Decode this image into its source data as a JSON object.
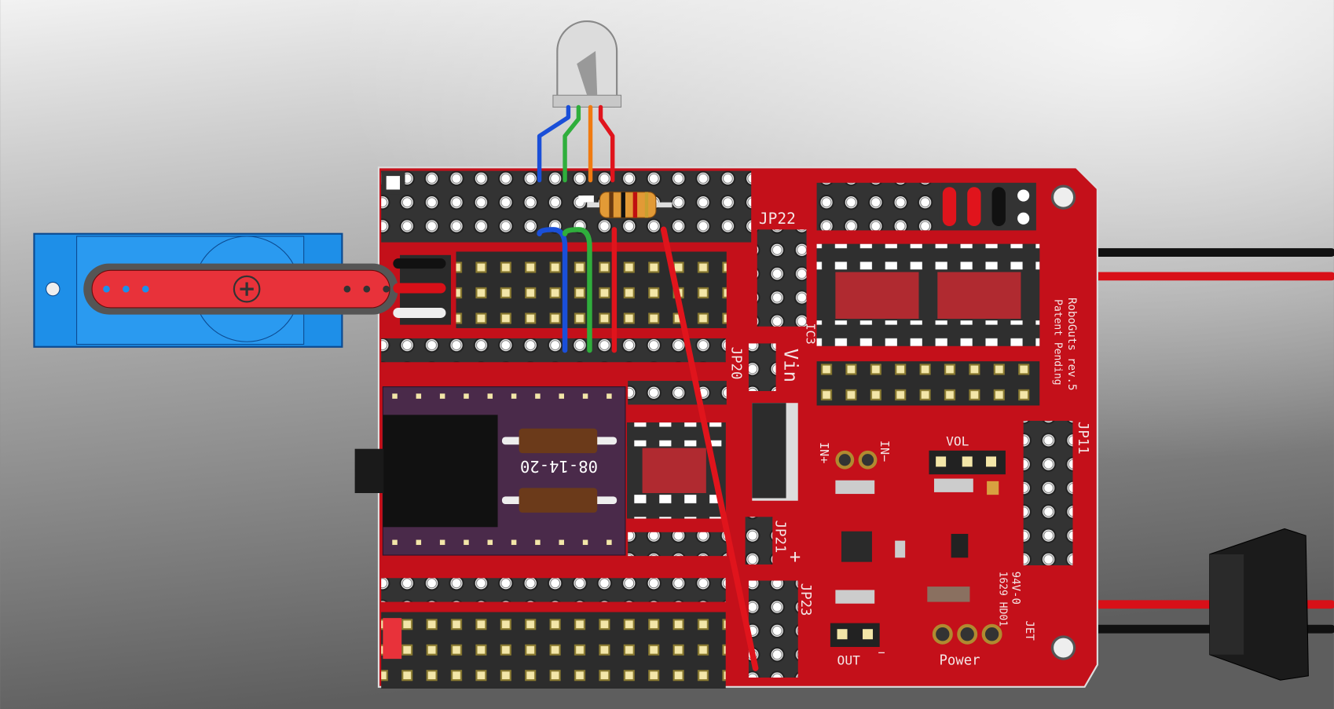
{
  "board": {
    "name": "RoboGuts rev.5",
    "patent": "Patent Pending",
    "module_label": "08-14-20",
    "labels": {
      "jp22": "JP22",
      "ic3": "IC3",
      "jp20": "JP20",
      "vin": "Vin",
      "jp21": "JP21",
      "jp23": "JP23",
      "jp11": "JP11",
      "vol": "VOL",
      "in_plus": "IN+",
      "in_minus": "IN−",
      "out": "OUT",
      "power": "Power",
      "plus": "+",
      "minus": "−",
      "rating": "94V-0",
      "maker": "JET",
      "date_code": "1629 HD01"
    }
  },
  "colors": {
    "board": "#c4101a",
    "servo": "#1e8fe8",
    "servo_horn": "#e8323a",
    "module": "#4a2a4a",
    "wire_blue": "#1a4fd8",
    "wire_green": "#2fae3c",
    "wire_orange": "#f07a10",
    "wire_red": "#e0141c"
  }
}
